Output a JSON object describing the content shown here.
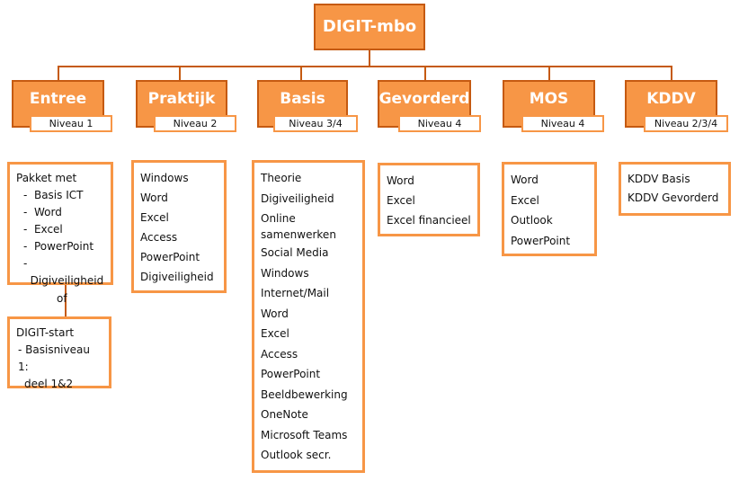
{
  "root": "DIGIT-mbo",
  "connector_word": "of",
  "categories": [
    {
      "title": "Entree",
      "level": "Niveau 1",
      "box1": {
        "heading": "Pakket met",
        "items": [
          "Basis ICT",
          "Word",
          "Excel",
          "PowerPoint",
          "Digiveiligheid"
        ]
      },
      "box2": {
        "heading": "DIGIT-start",
        "items": [
          "Basisniveau 1:",
          "deel 1&2"
        ]
      }
    },
    {
      "title": "Praktijk",
      "level": "Niveau 2",
      "items": [
        "Windows",
        "Word",
        "Excel",
        "Access",
        "PowerPoint",
        "Digiveiligheid"
      ]
    },
    {
      "title": "Basis",
      "level": "Niveau 3/4",
      "items": [
        "Theorie",
        "Digiveiligheid",
        "Online",
        "samenwerken",
        "Social Media",
        "Windows",
        "Internet/Mail",
        "Word",
        "Excel",
        "Access",
        "PowerPoint",
        "Beeldbewerking",
        "OneNote",
        "Microsoft Teams",
        "Outlook secr."
      ]
    },
    {
      "title": "Gevorderd",
      "level": "Niveau 4",
      "items": [
        "Word",
        "Excel",
        "Excel financieel"
      ]
    },
    {
      "title": "MOS",
      "level": "Niveau 4",
      "items": [
        "Word",
        "Excel",
        "Outlook",
        "PowerPoint"
      ]
    },
    {
      "title": "KDDV",
      "level": "Niveau 2/3/4",
      "items": [
        "KDDV Basis",
        "KDDV Gevorderd"
      ]
    }
  ],
  "colors": {
    "header_fill": "#f79646",
    "header_border": "#c55a11",
    "connector": "#c55a11",
    "box_border": "#f79646"
  }
}
